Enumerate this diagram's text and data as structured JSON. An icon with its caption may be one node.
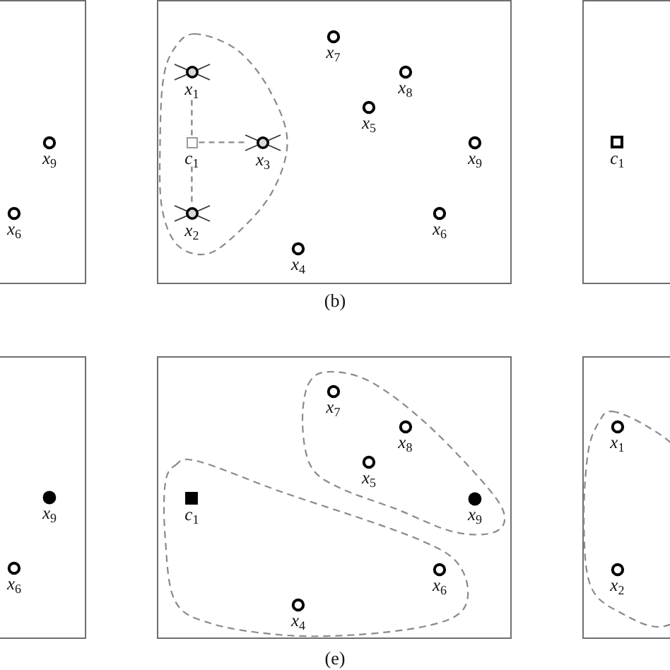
{
  "diagram": {
    "nodes": [
      {
        "text": [],
        "shape": "box"
      },
      {
        "text": [
          "*x*$_{9}$"
        ],
        "in": 0
      },
      {
        "text": [
          "*x*$_{6}$"
        ],
        "in": 0
      },
      {
        "text": [],
        "shape": "box",
        "beside": [
          "(b)"
        ]
      },
      {
        "text": [],
        "shape": "blob",
        "in": 3
      },
      {
        "text": [
          "*x*$_{1}$"
        ],
        "in": 4
      },
      {
        "text": [
          "*c*$_{1}$"
        ],
        "in": 4
      },
      {
        "text": [
          "*x*$_{3}$"
        ],
        "in": 4
      },
      {
        "text": [
          "*x*$_{2}$"
        ],
        "in": 4
      },
      {
        "text": [
          "*x*$_{7}$"
        ],
        "in": 3
      },
      {
        "text": [
          "*x*$_{8}$"
        ],
        "in": 3
      },
      {
        "text": [
          "*x*$_{5}$"
        ],
        "in": 3
      },
      {
        "text": [
          "*x*$_{9}$"
        ],
        "in": 3
      },
      {
        "text": [
          "*x*$_{6}$"
        ],
        "in": 3
      },
      {
        "text": [
          "*x*$_{4}$"
        ],
        "in": 3
      },
      {
        "text": [],
        "shape": "box"
      },
      {
        "text": [
          "*c*$_{1}$"
        ],
        "in": 15
      },
      {
        "text": [],
        "shape": "box"
      },
      {
        "text": [
          "*x*$_{9}$"
        ],
        "in": 17
      },
      {
        "text": [
          "*x*$_{6}$"
        ],
        "in": 17
      },
      {
        "text": [],
        "shape": "box",
        "beside": [
          "(e)"
        ]
      },
      {
        "text": [],
        "shape": "blob",
        "in": 20
      },
      {
        "text": [
          "*x*$_{7}$"
        ],
        "in": 21
      },
      {
        "text": [
          "*x*$_{8}$"
        ],
        "in": 21
      },
      {
        "text": [
          "*x*$_{5}$"
        ],
        "in": 21
      },
      {
        "text": [
          "*x*$_{9}$"
        ],
        "in": 21
      },
      {
        "text": [],
        "shape": "blob",
        "in": 20
      },
      {
        "text": [
          "*c*$_{1}$"
        ],
        "in": 26
      },
      {
        "text": [
          "*x*$_{6}$"
        ],
        "in": 26
      },
      {
        "text": [
          "*x*$_{4}$"
        ],
        "in": 26
      },
      {
        "text": [],
        "shape": "box"
      },
      {
        "text": [],
        "shape": "blob"
      },
      {
        "text": [
          "*x*$_{1}$"
        ]
      },
      {
        "text": [
          "*x*$_{2}$"
        ]
      }
    ],
    "edges": [
      {
        "from": 6,
        "to": 5,
        "arrow": "none",
        "style": "dashed"
      },
      {
        "from": 6,
        "to": 7,
        "arrow": "none",
        "style": "dashed"
      },
      {
        "from": 6,
        "to": 8,
        "arrow": "none",
        "style": "dashed"
      }
    ]
  }
}
